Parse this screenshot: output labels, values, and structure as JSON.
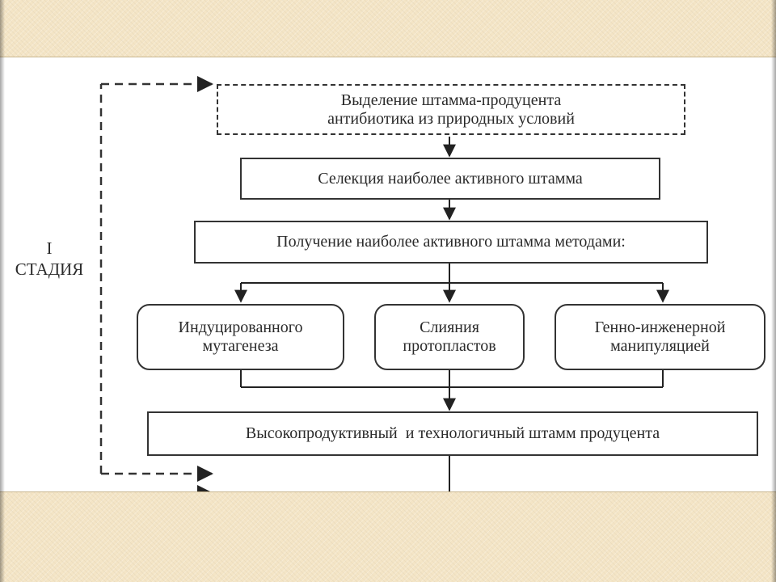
{
  "stage": {
    "line1": "I",
    "line2": "СТАДИЯ"
  },
  "boxes": {
    "isolation": {
      "line1": "Выделение штамма-продуцента",
      "line2": "антибиотика из природных условий"
    },
    "selection": "Селекция наиболее активного штамма",
    "methods": "Получение наиболее активного штамма методами:",
    "induced": {
      "line1": "Индуцированного",
      "line2": "мутагенеза"
    },
    "fusion": {
      "line1": "Слияния",
      "line2": "протопластов"
    },
    "genetic": {
      "line1": "Генно-инженерной",
      "line2": "манипуляцией"
    },
    "result": "Высокопродуктивный  и технологичный штамм продуцента"
  }
}
